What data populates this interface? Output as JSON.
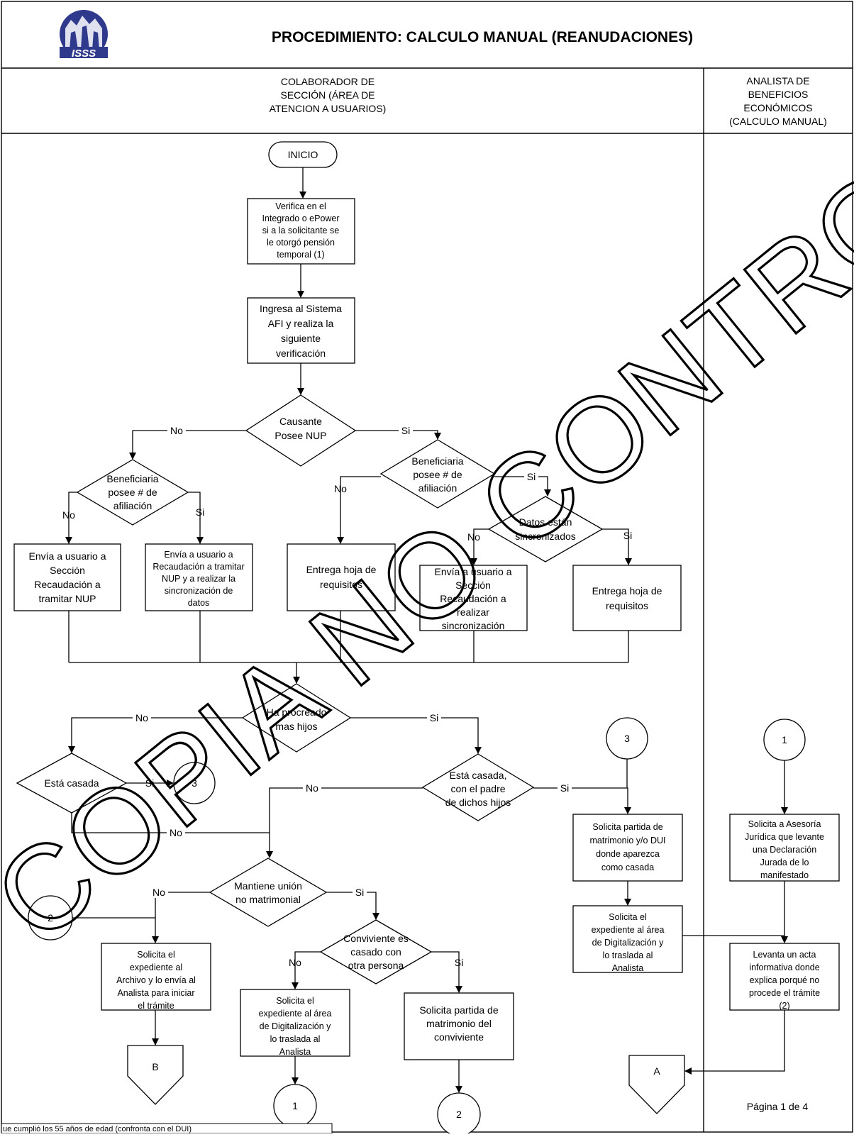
{
  "header": {
    "logo_text": "ISSS",
    "title": "PROCEDIMIENTO: CALCULO MANUAL (REANUDACIONES)"
  },
  "lanes": {
    "left": [
      "COLABORADOR DE",
      "SECCIÓN (ÁREA DE",
      "ATENCION A USUARIOS)"
    ],
    "right": [
      "ANALISTA DE",
      "BENEFICIOS",
      "ECONÓMICOS",
      "(CALCULO MANUAL)"
    ]
  },
  "nodes": {
    "inicio": [
      "INICIO"
    ],
    "verifica": [
      "Verifica en el",
      "Integrado o ePower",
      "si a la solicitante se",
      "le otorgó pensión",
      "temporal (1)"
    ],
    "ingresa": [
      "Ingresa al Sistema",
      "AFI y realiza la",
      "siguiente",
      "verificación"
    ],
    "causante": [
      "Causante",
      "Posee NUP"
    ],
    "benef_left": [
      "Beneficiaria",
      "posee # de",
      "afiliación"
    ],
    "benef_right": [
      "Beneficiaria",
      "posee # de",
      "afiliación"
    ],
    "envia_nup": [
      "Envía a usuario a",
      "Sección",
      "Recaudación a",
      "tramitar NUP"
    ],
    "envia_nup_sync": [
      "Envía a usuario a",
      "Recaudación a tramitar",
      "NUP y a realizar la",
      "sincronización de",
      "datos"
    ],
    "entrega1": [
      "Entrega hoja de",
      "requisitos"
    ],
    "datos": [
      "Datos están",
      "sincronizados"
    ],
    "envia_sync": [
      "Envía a usuario a",
      "Sección",
      "Recaudación a",
      "realizar",
      "sincronización"
    ],
    "entrega2": [
      "Entrega hoja de",
      "requisitos"
    ],
    "procreado": [
      "Ha procreado",
      "mas hijos"
    ],
    "casada": [
      "Está casada"
    ],
    "casada_padre": [
      "Está casada,",
      "con el padre",
      "de dichos hijos"
    ],
    "mantiene": [
      "Mantiene unión",
      "no matrimonial"
    ],
    "conviviente": [
      "Conviviente es",
      "casado con",
      "otra persona"
    ],
    "sol_archivo": [
      "Solicita el",
      "expediente al",
      "Archivo y lo envía al",
      "Analista para iniciar",
      "el trámite"
    ],
    "sol_digit1": [
      "Solicita el",
      "expediente al área",
      "de Digitalización y",
      "lo traslada al",
      "Analista"
    ],
    "sol_partida_conv": [
      "Solicita partida de",
      "matrimonio del",
      "conviviente"
    ],
    "sol_partida": [
      "Solicita partida de",
      "matrimonio y/o DUI",
      "donde aparezca",
      "como casada"
    ],
    "sol_digit2": [
      "Solicita el",
      "expediente al área",
      "de Digitalización y",
      "lo traslada al",
      "Analista"
    ],
    "sol_asesoria": [
      "Solicita a Asesoría",
      "Jurídica que levante",
      "una Declaración",
      "Jurada de lo",
      "manifestado"
    ],
    "levanta": [
      "Levanta un acta",
      "informativa donde",
      "explica porqué no",
      "procede el trámite",
      "(2)"
    ]
  },
  "connectors": {
    "c1": "1",
    "c2": "2",
    "c3": "3",
    "offB": "B",
    "offA": "A"
  },
  "edge_labels": {
    "yes": "Si",
    "no": "No"
  },
  "page_number": "Página 1 de 4",
  "footnote": "ue cumplió los 55 años de edad (confronta con el DUI)",
  "watermark": "COPIA NO CONTROLADA"
}
